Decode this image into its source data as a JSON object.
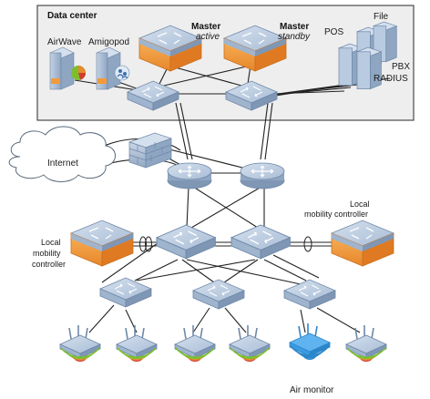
{
  "datacenter": {
    "title": "Data center",
    "airwave": "AirWave",
    "amigopod": "Amigopod",
    "master_active": "Master",
    "master_active_sub": "active",
    "master_standby": "Master",
    "master_standby_sub": "standby",
    "pos": "POS",
    "file": "File",
    "pbx": "PBX",
    "radius": "RADIUS"
  },
  "internet": "Internet",
  "local_controller_left": [
    "Local",
    "mobility",
    "controller"
  ],
  "local_controller_right": [
    "Local",
    "mobility controller"
  ],
  "air_monitor": "Air monitor",
  "colors": {
    "box_bg": "#eeeeee",
    "device_top": "#b9cbe0",
    "device_side": "#8ea6c2",
    "controller_orange": "#f39a3a",
    "ap_blue": "#3a9be0",
    "wifi_green": "#7cbf2e",
    "wifi_orange": "#e68a2e",
    "wifi_red": "#d23c2c"
  }
}
